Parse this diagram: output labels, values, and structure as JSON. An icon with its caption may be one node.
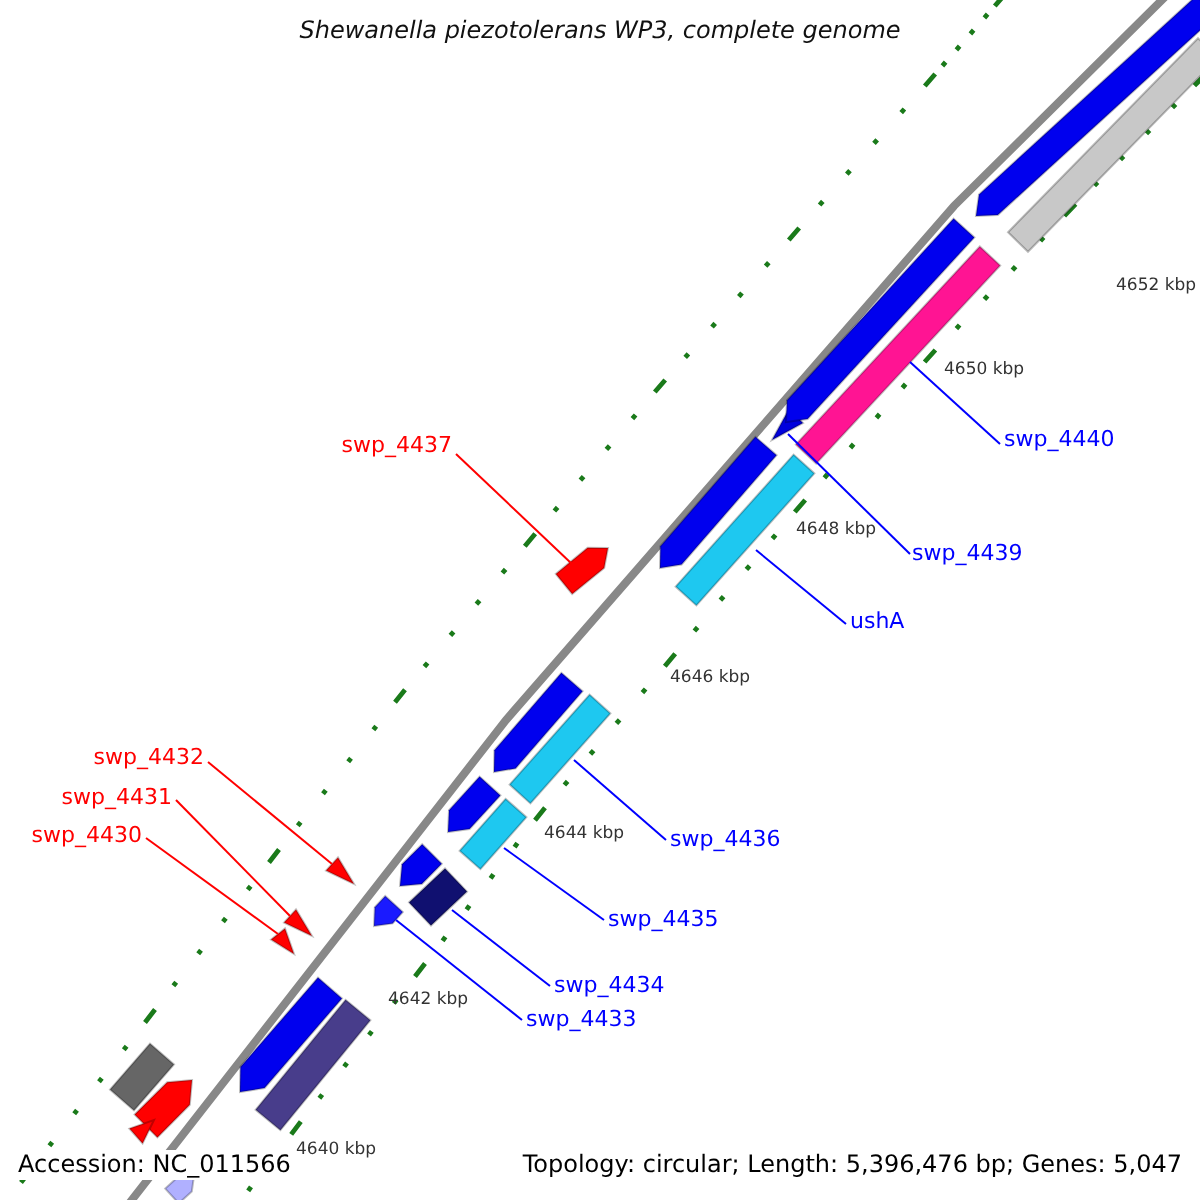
{
  "diagram": {
    "title": "Shewanella piezotolerans WP3, complete genome",
    "nodes": [
      {
        "text": [
          "swp_4440"
        ]
      },
      {
        "text": [
          "swp_4439"
        ]
      },
      {
        "text": [
          "ushA"
        ]
      },
      {
        "text": [
          "swp_4437"
        ]
      },
      {
        "text": [
          "swp_4436"
        ]
      },
      {
        "text": [
          "swp_4432"
        ]
      },
      {
        "text": [
          "swp_4431"
        ]
      },
      {
        "text": [
          "swp_4430"
        ]
      },
      {
        "text": [
          "swp_4435"
        ]
      },
      {
        "text": [
          "swp_4434"
        ]
      },
      {
        "text": [
          "swp_4433"
        ]
      },
      {
        "text": [],
        "shape": "bar"
      },
      {
        "text": [],
        "shape": "triangle"
      },
      {
        "text": [],
        "shape": "bar"
      },
      {
        "text": [],
        "shape": "arrow"
      },
      {
        "text": [],
        "shape": "bar"
      },
      {
        "text": [],
        "shape": "triangle"
      },
      {
        "text": [],
        "shape": "triangle"
      },
      {
        "text": [],
        "shape": "triangle"
      },
      {
        "text": [],
        "shape": "bar"
      },
      {
        "text": [],
        "shape": "bar"
      },
      {
        "text": [],
        "shape": "arrow"
      },
      {
        "text": [],
        "shape": "arrow"
      },
      {
        "text": [],
        "shape": "bar"
      },
      {
        "text": [],
        "shape": "arrow"
      },
      {
        "text": [],
        "shape": "arrow"
      },
      {
        "text": [],
        "shape": "arrow"
      },
      {
        "text": [],
        "shape": "arrow"
      },
      {
        "text": [],
        "shape": "arrow"
      },
      {
        "text": [],
        "shape": "arrow"
      },
      {
        "text": [],
        "shape": "bar"
      },
      {
        "text": [],
        "shape": "bar"
      },
      {
        "text": [],
        "shape": "arrow"
      },
      {
        "text": [],
        "shape": "triangle"
      },
      {
        "text": [],
        "shape": "arrow"
      }
    ],
    "edges": [
      {
        "from": 0,
        "to": 11,
        "arrow": "none"
      },
      {
        "from": 1,
        "to": 12,
        "arrow": "none"
      },
      {
        "from": 2,
        "to": 13,
        "arrow": "none"
      },
      {
        "from": 3,
        "to": 14,
        "arrow": "none",
        "color": "#ff0000"
      },
      {
        "from": 4,
        "to": 15,
        "arrow": "none"
      },
      {
        "from": 5,
        "to": 16,
        "arrow": "none",
        "color": "#ff0000"
      },
      {
        "from": 6,
        "to": 17,
        "arrow": "none",
        "color": "#ff0000"
      },
      {
        "from": 7,
        "to": 18,
        "arrow": "none",
        "color": "#ff0000"
      },
      {
        "from": 8,
        "to": 19,
        "arrow": "none"
      },
      {
        "from": 9,
        "to": 20,
        "arrow": "none"
      },
      {
        "from": 10,
        "to": 21,
        "arrow": "none"
      }
    ],
    "labels": [
      "4652 kbp",
      "4650 kbp",
      "4648 kbp",
      "4646 kbp",
      "4644 kbp",
      "4642 kbp",
      "4640 kbp",
      "Accession: NC_011566",
      "Topology: circular; Length: 5,396,476 bp; Genes: 5,047"
    ]
  }
}
